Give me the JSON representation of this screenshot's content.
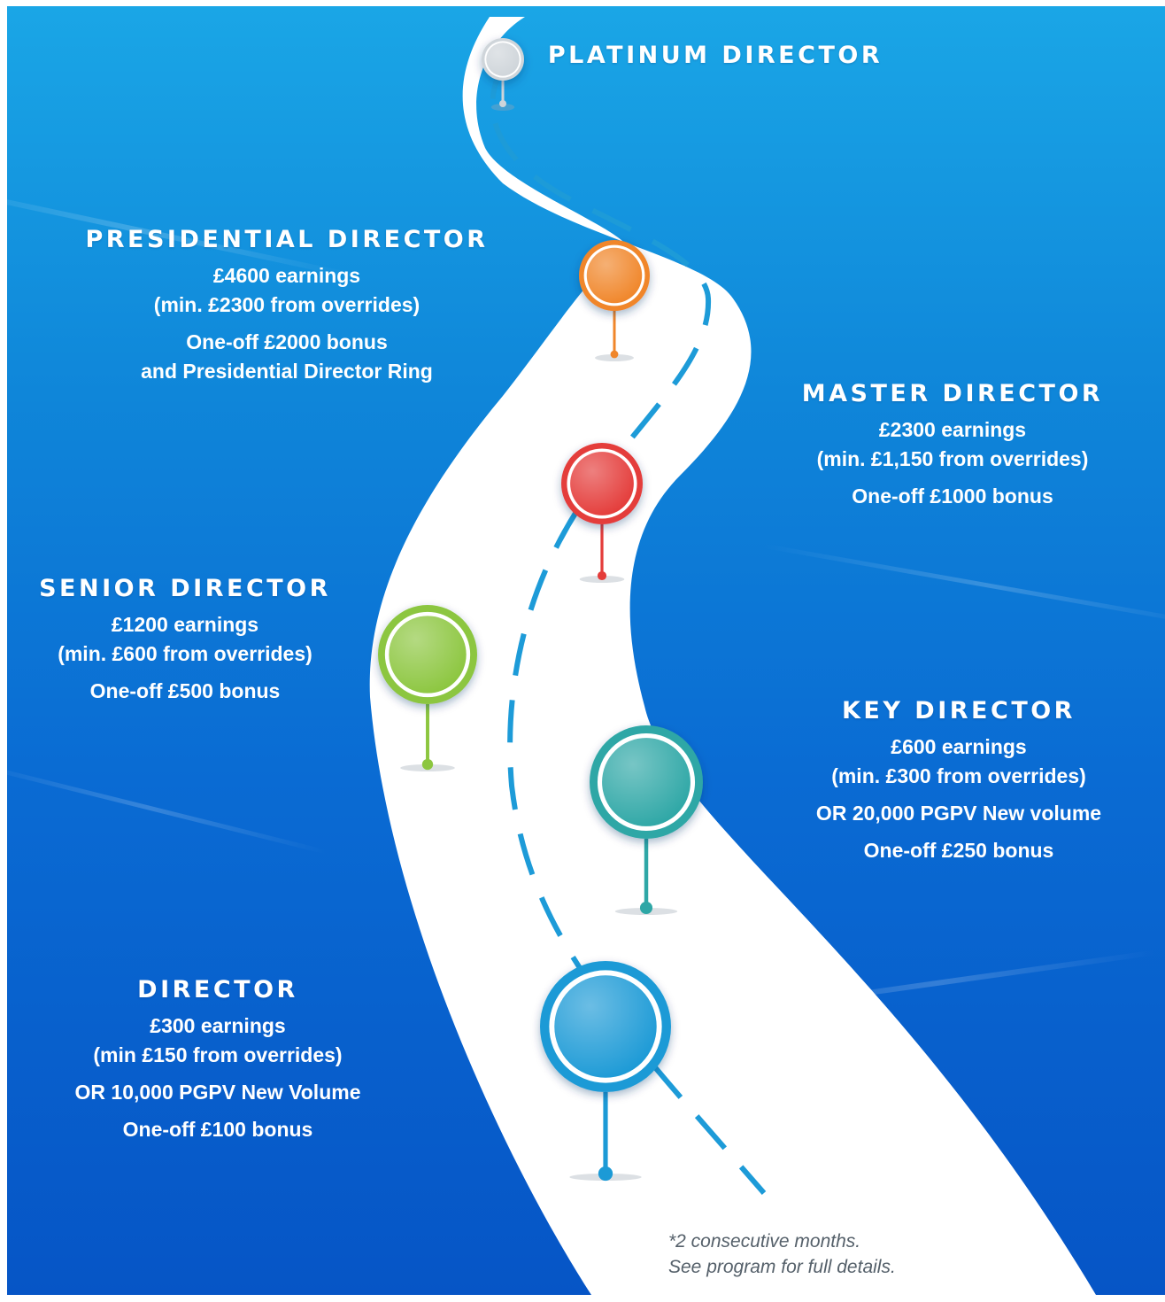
{
  "levels": [
    {
      "id": "platinum",
      "title": "PLATINUM DIRECTOR",
      "color": "#cfd5da"
    },
    {
      "id": "presidential",
      "title": "PRESIDENTIAL DIRECTOR",
      "lines": [
        "£4600 earnings",
        "(min. £2300 from overrides)",
        "One-off £2000 bonus",
        "and Presidential Director Ring"
      ],
      "color": "#f0862a"
    },
    {
      "id": "master",
      "title": "MASTER DIRECTOR",
      "lines": [
        "£2300 earnings",
        "(min. £1,150 from overrides)",
        "One-off £1000 bonus"
      ],
      "color": "#e43c3a"
    },
    {
      "id": "senior",
      "title": "SENIOR DIRECTOR",
      "lines": [
        "£1200 earnings",
        "(min. £600 from overrides)",
        "One-off £500 bonus"
      ],
      "color": "#8cc63f"
    },
    {
      "id": "key",
      "title": "KEY DIRECTOR",
      "lines": [
        "£600 earnings",
        "(min. £300 from overrides)",
        "OR 20,000 PGPV New volume",
        "One-off £250 bonus"
      ],
      "color": "#2ea7a6"
    },
    {
      "id": "director",
      "title": "DIRECTOR",
      "lines": [
        "£300 earnings",
        "(min £150 from overrides)",
        "OR 10,000 PGPV New Volume",
        "One-off £100 bonus"
      ],
      "color": "#1c9ad6"
    }
  ],
  "footnote": {
    "line1": "*2 consecutive months.",
    "line2": "See program for full details."
  }
}
